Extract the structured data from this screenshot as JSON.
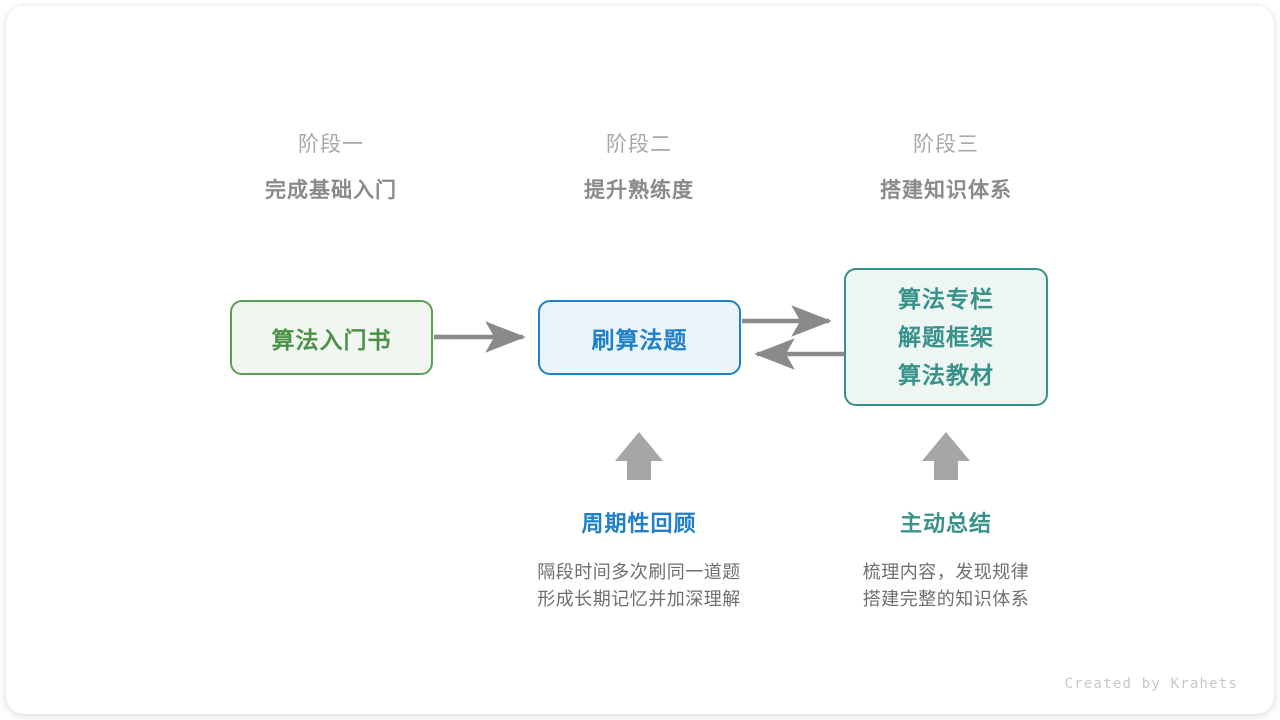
{
  "stages": [
    {
      "id": "stage-1",
      "label": "阶段一",
      "sublabel": "完成基础入门"
    },
    {
      "id": "stage-2",
      "label": "阶段二",
      "sublabel": "提升熟练度"
    },
    {
      "id": "stage-3",
      "label": "阶段三",
      "sublabel": "搭建知识体系"
    }
  ],
  "nodes": {
    "book": {
      "label": "算法入门书",
      "fill": "#f1f7f0",
      "border": "#5a9e58",
      "text": "#4d9149"
    },
    "practice": {
      "label": "刷算法题",
      "fill": "#e9f4fc",
      "border": "#1f80c8",
      "text": "#2080c8"
    },
    "resources": {
      "lines": [
        "算法专栏",
        "解题框架",
        "算法教材"
      ],
      "fill": "#eef6f4",
      "border": "#3a8f87",
      "text": "#38928a"
    }
  },
  "notes": [
    {
      "id": "note-review",
      "title": "周期性回顾",
      "title_color": "#1f80c8",
      "body_line_1": "隔段时间多次刷同一道题",
      "body_line_2": "形成长期记忆并加深理解"
    },
    {
      "id": "note-summary",
      "title": "主动总结",
      "title_color": "#38928a",
      "body_line_1": "梳理内容，发现规律",
      "body_line_2": "搭建完整的知识体系"
    }
  ],
  "arrows": {
    "color": "#8a8a8a",
    "book_to_practice": "right",
    "practice_to_resources": "right",
    "resources_to_practice": "left",
    "up_arrow_review": "up",
    "up_arrow_summary": "up"
  },
  "credit": "Created by Krahets"
}
